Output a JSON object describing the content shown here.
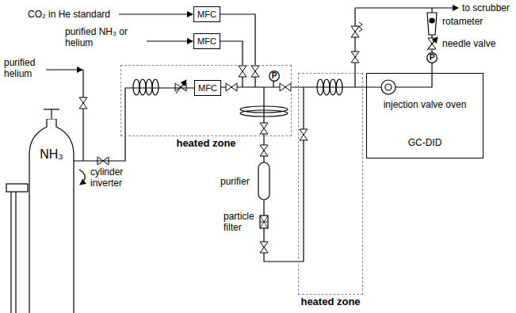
{
  "diagram": {
    "nodes": [
      {
        "text": [
          "MFC"
        ]
      },
      {
        "text": [
          "MFC"
        ]
      },
      {
        "text": [
          "heated zone"
        ]
      },
      {
        "text": [
          "MFC"
        ],
        "in": 2
      },
      {
        "text": [
          "P"
        ],
        "in": 2
      },
      {
        "text": [
          "heated zone"
        ]
      },
      {
        "text": [
          "injection valve oven",
          "GC-DID"
        ]
      },
      {
        "text": [
          "P"
        ]
      },
      {
        "text": [
          "NH₃"
        ]
      }
    ],
    "edges": [
      {
        "from": 8,
        "to": 3,
        "arrow": "none"
      },
      {
        "from": 6,
        "to": 7,
        "arrow": "none"
      }
    ],
    "labels": [
      "CO₂ in He standard",
      "purified NH₃ or helium",
      "purified helium",
      "cylinder inverter",
      "purifier",
      "particle filter",
      "rotameter",
      "needle valve",
      "to scrubber"
    ]
  }
}
